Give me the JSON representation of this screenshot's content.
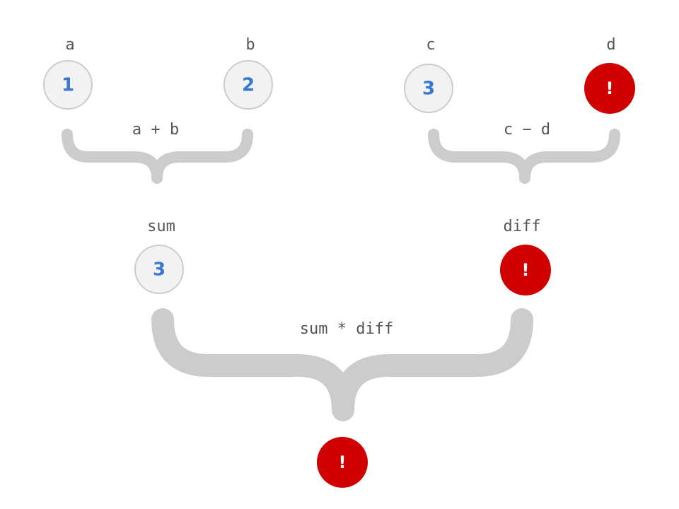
{
  "colors": {
    "value_text": "#3a78d0",
    "node_fill": "#f2f2f2",
    "node_stroke": "#cccccc",
    "error_fill": "#d00000",
    "brace": "#cccccc",
    "label_text": "#555555"
  },
  "nodes": {
    "a": {
      "label": "a",
      "value": "1",
      "state": "ok"
    },
    "b": {
      "label": "b",
      "value": "2",
      "state": "ok"
    },
    "c": {
      "label": "c",
      "value": "3",
      "state": "ok"
    },
    "d": {
      "label": "d",
      "value": "!",
      "state": "error"
    },
    "sum": {
      "label": "sum",
      "value": "3",
      "state": "ok"
    },
    "diff": {
      "label": "diff",
      "value": "!",
      "state": "error"
    },
    "result": {
      "label": "",
      "value": "!",
      "state": "error"
    }
  },
  "operations": {
    "add": {
      "expression": "a + b"
    },
    "subtract": {
      "expression": "c − d"
    },
    "multiply": {
      "expression": "sum * diff"
    }
  }
}
